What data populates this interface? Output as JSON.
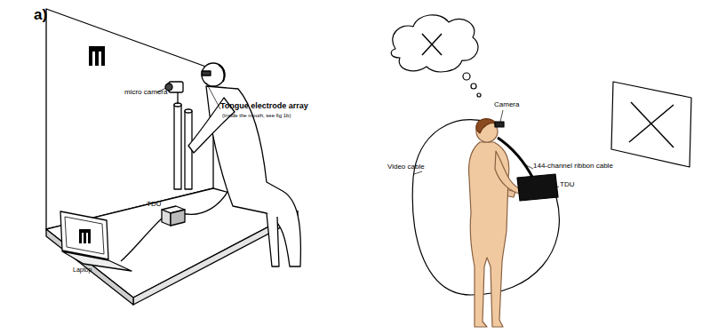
{
  "diagram": {
    "labels": [
      "a)",
      "micro camera",
      "Tongue electrode array",
      "(inside the mouth, see fig 1b)",
      "TDU",
      "Laptop",
      "Camera",
      "Video cable",
      "144-channel ribbon cable",
      "TDU"
    ]
  }
}
